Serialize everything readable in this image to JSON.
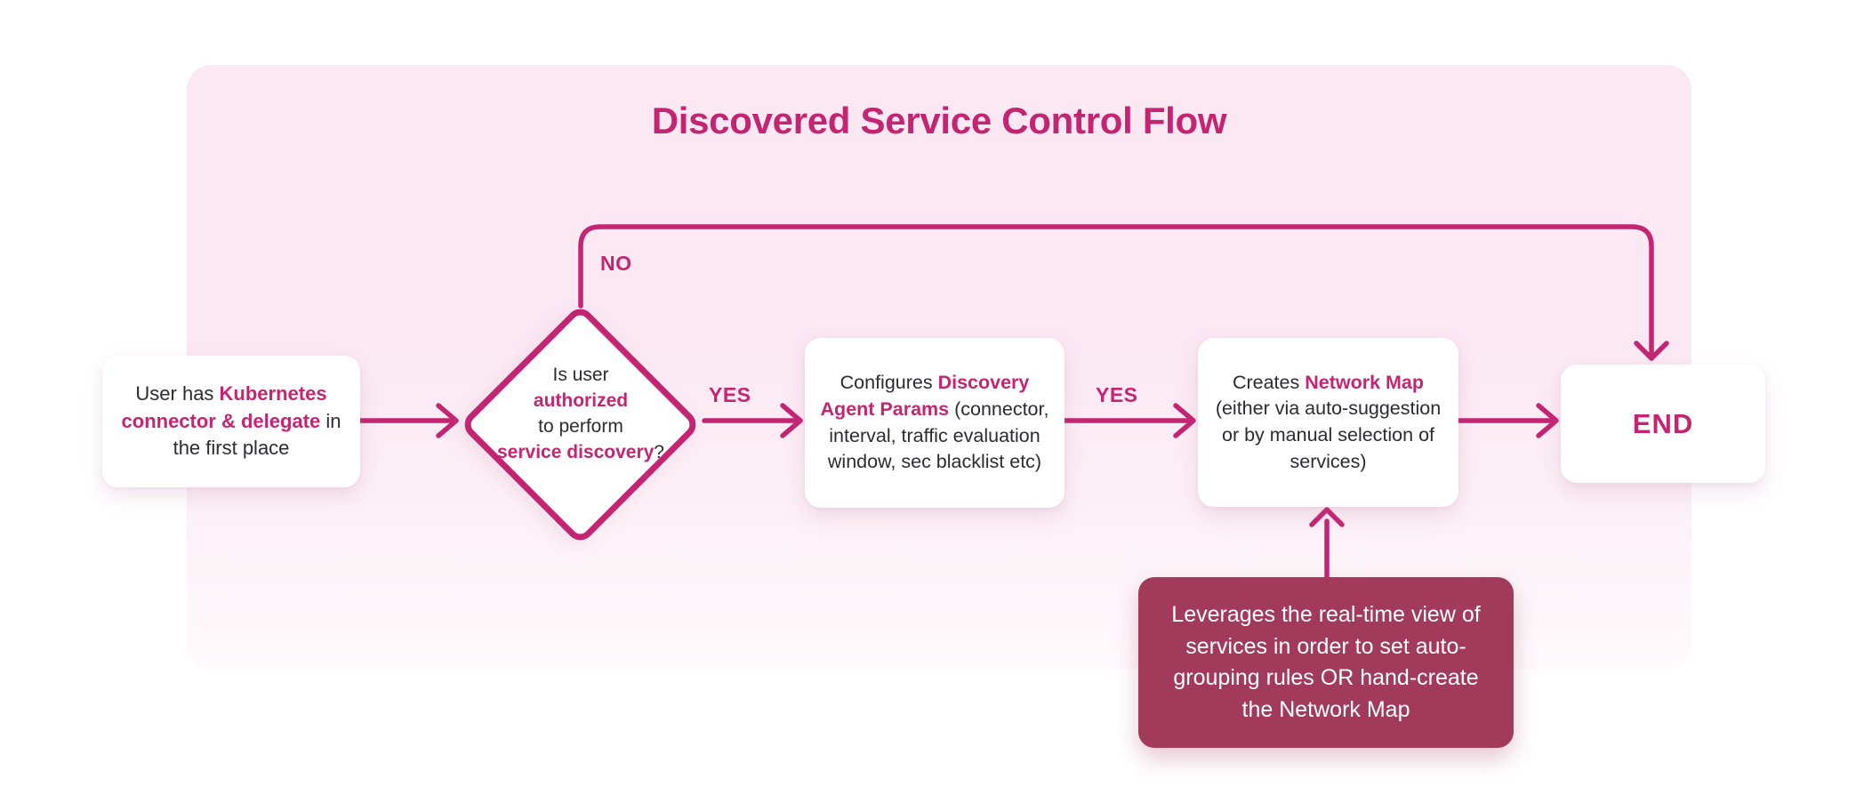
{
  "title": "Discovered Service Control Flow",
  "colors": {
    "accent_pink": "#C42573",
    "note_background": "#A13A5B",
    "panel_pink": "#FBE8F3",
    "node_background": "#FFFFFF",
    "body_text": "#2B2B33",
    "note_text": "#FFFFFF"
  },
  "nodes": {
    "start": {
      "plain1": "User has ",
      "highlight": "Kubernetes connector & delegate",
      "plain2": " in the first place"
    },
    "decision": {
      "plain1": "Is user",
      "highlight1": "authorized",
      "plain2": "to perform",
      "highlight2": "service discovery",
      "plain3": "?"
    },
    "configure": {
      "plain1": "Configures ",
      "highlight": "Discovery Agent Params",
      "plain2": " (connector, interval, traffic evaluation window, sec blacklist etc)"
    },
    "create": {
      "plain1": "Creates ",
      "highlight": "Network Map",
      "plain2": " (either via auto-suggestion or by manual selection of services)"
    },
    "end": {
      "label": "END"
    },
    "note": {
      "text": "Leverages the real-time view of services in order to set auto-grouping rules OR hand-create the Network Map"
    }
  },
  "edge_labels": {
    "no": "NO",
    "yes1": "YES",
    "yes2": "YES"
  }
}
